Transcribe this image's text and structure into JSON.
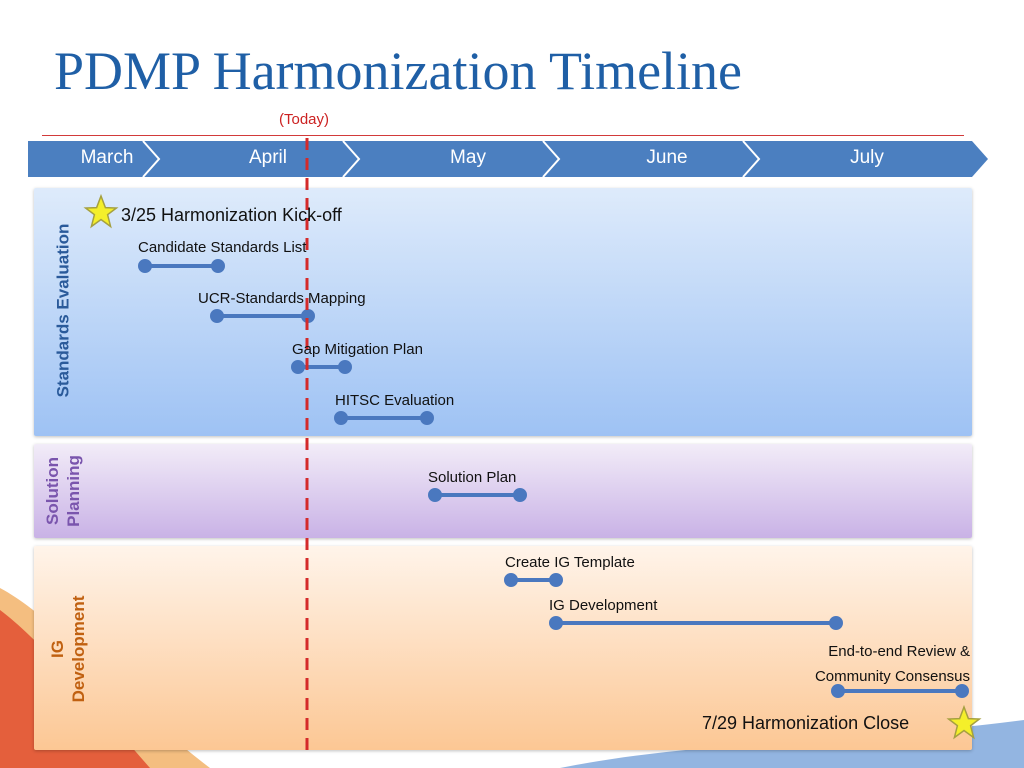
{
  "title": "PDMP Harmonization Timeline",
  "today_label": "(Today)",
  "months": [
    "March",
    "April",
    "May",
    "June",
    "July"
  ],
  "bands": {
    "standards_evaluation": "Standards Evaluation",
    "solution_planning": {
      "line1": "Solution",
      "line2": "Planning"
    },
    "ig_development": {
      "line1": "IG",
      "line2": "Development"
    }
  },
  "milestones": {
    "kickoff": "3/25 Harmonization Kick-off",
    "close": "7/29 Harmonization Close"
  },
  "tasks": {
    "candidate_standards": "Candidate Standards List",
    "ucr_mapping": "UCR-Standards Mapping",
    "gap_mitigation": "Gap Mitigation Plan",
    "hitsc_evaluation": "HITSC Evaluation",
    "solution_plan": "Solution Plan",
    "create_ig_template": "Create IG Template",
    "ig_development": "IG Development",
    "e2e_review": {
      "line1": "End-to-end Review &",
      "line2": "Community Consensus"
    }
  },
  "colors": {
    "title": "#1f5fa6",
    "timeline_bar": "#4b7fc0",
    "today_line": "#d42a2a",
    "task_bar": "#4a78bf",
    "milestone_star": "#f4ef2a"
  }
}
